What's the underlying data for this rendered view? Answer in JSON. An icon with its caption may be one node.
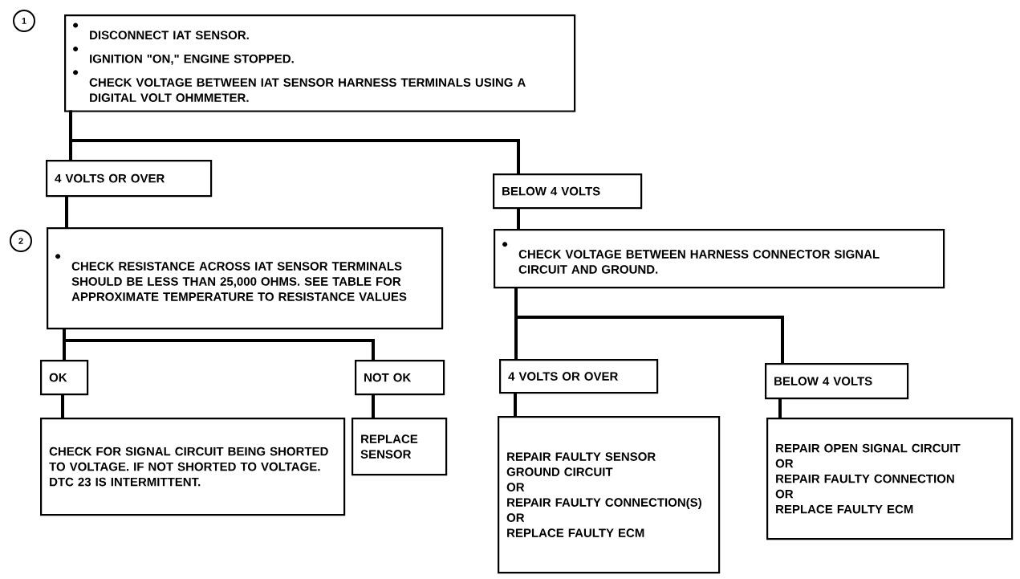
{
  "diagram": {
    "nodes": [
      {
        "text": [
          "1"
        ]
      },
      {
        "text": [
          "DISCONNECT IAT SENSOR.",
          "IGNITION \"ON,\" ENGINE STOPPED.",
          "CHECK VOLTAGE BETWEEN IAT SENSOR HARNESS TERMINALS USING A DIGITAL VOLT OHMMETER."
        ]
      },
      {
        "text": [
          "4 VOLTS OR OVER"
        ]
      },
      {
        "text": [
          "BELOW 4 VOLTS"
        ]
      },
      {
        "text": [
          "2"
        ]
      },
      {
        "text": [
          "CHECK RESISTANCE ACROSS IAT SENSOR TERMINALS SHOULD BE LESS THAN 25,000 OHMS. SEE TABLE FOR APPROXIMATE TEMPERATURE TO RESISTANCE VALUES"
        ]
      },
      {
        "text": [
          "CHECK VOLTAGE BETWEEN HARNESS CONNECTOR SIGNAL CIRCUIT AND GROUND."
        ]
      },
      {
        "text": [
          "OK"
        ]
      },
      {
        "text": [
          "NOT OK"
        ]
      },
      {
        "text": [
          "4 VOLTS OR OVER"
        ]
      },
      {
        "text": [
          "BELOW 4 VOLTS"
        ]
      },
      {
        "text": [
          "CHECK FOR SIGNAL CIRCUIT BEING SHORTED TO VOLTAGE. IF NOT SHORTED TO VOLTAGE. DTC 23 IS INTERMITTENT."
        ]
      },
      {
        "text": [
          "REPLACE SENSOR"
        ]
      },
      {
        "text": [
          "REPAIR FAULTY SENSOR GROUND CIRCUIT",
          "OR",
          "REPAIR FAULTY CONNECTION(S)",
          "OR",
          "REPLACE FAULTY ECM"
        ]
      },
      {
        "text": [
          "REPAIR OPEN SIGNAL CIRCUIT",
          "OR",
          "REPAIR FAULTY CONNECTION",
          "OR",
          "REPLACE FAULTY ECM"
        ]
      }
    ],
    "edges": [
      {
        "from": 1,
        "to": 2,
        "arrow": "none"
      },
      {
        "from": 1,
        "to": 3,
        "arrow": "none"
      },
      {
        "from": 2,
        "to": 5,
        "arrow": "none"
      },
      {
        "from": 3,
        "to": 6,
        "arrow": "none"
      },
      {
        "from": 5,
        "to": 7,
        "arrow": "none"
      },
      {
        "from": 5,
        "to": 8,
        "arrow": "none"
      },
      {
        "from": 6,
        "to": 9,
        "arrow": "none"
      },
      {
        "from": 6,
        "to": 10,
        "arrow": "none"
      },
      {
        "from": 7,
        "to": 11,
        "arrow": "none"
      },
      {
        "from": 8,
        "to": 12,
        "arrow": "none"
      },
      {
        "from": 9,
        "to": 13,
        "arrow": "none"
      },
      {
        "from": 10,
        "to": 14,
        "arrow": "none"
      }
    ]
  }
}
